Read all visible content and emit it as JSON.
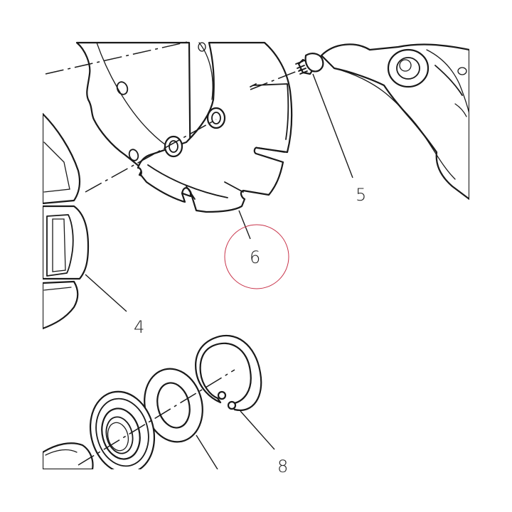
{
  "callouts": {
    "part_4": "4",
    "part_5": "5",
    "part_6": "6",
    "part_8": "8"
  },
  "colors": {
    "line": "#1a1a1a",
    "highlight_circle": "#c8334a",
    "background": "#ffffff"
  }
}
